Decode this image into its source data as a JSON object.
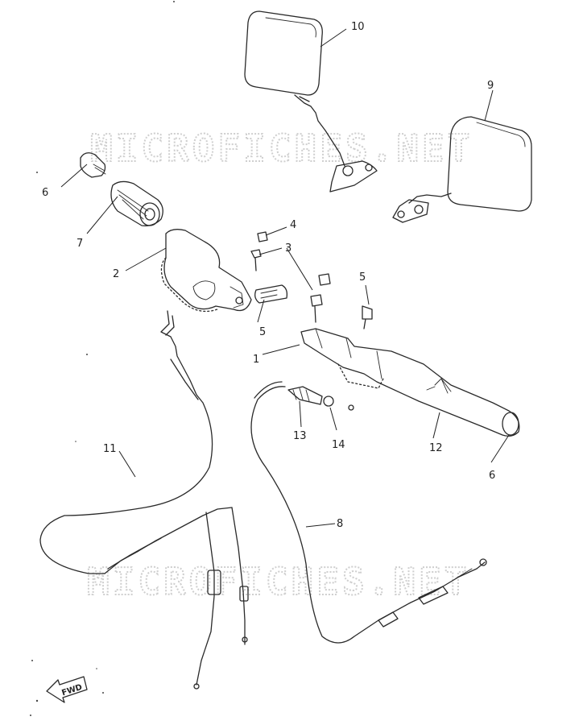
{
  "watermark": "MICROFICHES.NET",
  "direction_label": "FWD",
  "callouts": [
    {
      "id": "c1",
      "text": "1"
    },
    {
      "id": "c2",
      "text": "2"
    },
    {
      "id": "c3",
      "text": "3"
    },
    {
      "id": "c4",
      "text": "4"
    },
    {
      "id": "c5a",
      "text": "5"
    },
    {
      "id": "c5b",
      "text": "5"
    },
    {
      "id": "c6a",
      "text": "6"
    },
    {
      "id": "c6b",
      "text": "6"
    },
    {
      "id": "c7",
      "text": "7"
    },
    {
      "id": "c8",
      "text": "8"
    },
    {
      "id": "c9",
      "text": "9"
    },
    {
      "id": "c10",
      "text": "10"
    },
    {
      "id": "c11",
      "text": "11"
    },
    {
      "id": "c12",
      "text": "12"
    },
    {
      "id": "c13",
      "text": "13"
    },
    {
      "id": "c14",
      "text": "14"
    }
  ]
}
